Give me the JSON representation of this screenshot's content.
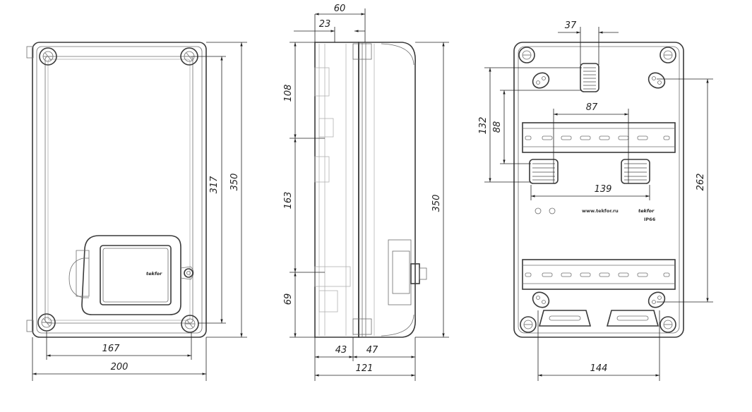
{
  "views": {
    "front": {
      "dims": {
        "width_overall": "200",
        "width_inner": "167",
        "height_inner": "317",
        "height_overall": "350"
      },
      "logo_text": "tekfor"
    },
    "side": {
      "dims": {
        "depth_total": "60",
        "lid_depth": "23",
        "top_section": "108",
        "middle_section": "163",
        "bottom_section": "69",
        "base_part": "43",
        "lid_part": "47",
        "depth_overall": "121",
        "height_overall": "350"
      }
    },
    "back": {
      "dims": {
        "vent_width": "37",
        "hole_pitch_h": "87",
        "height_132": "132",
        "height_88": "88",
        "vent_spacing": "139",
        "height_262": "262",
        "mount_width": "144"
      },
      "website": "www.tekfor.ru",
      "logo_text": "tekfor",
      "ip_rating": "IP66"
    }
  }
}
